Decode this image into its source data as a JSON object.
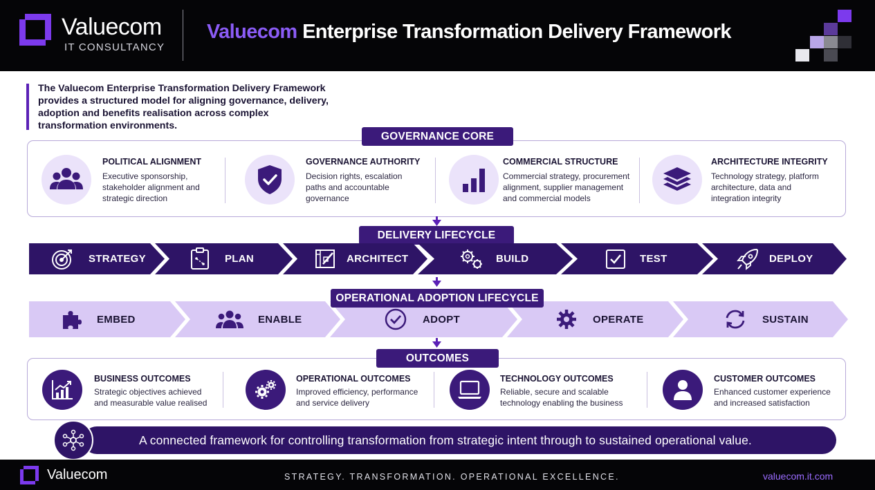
{
  "header": {
    "brand_name": "Valuecom",
    "brand_sub": "IT CONSULTANCY",
    "title_accent": "Valuecom",
    "title_rest": " Enterprise Transformation Delivery Framework"
  },
  "intro": "The Valuecom Enterprise Transformation Delivery Framework provides a structured model for aligning governance, delivery, adoption and benefits realisation across complex transformation environments.",
  "governance": {
    "label": "GOVERNANCE CORE",
    "items": [
      {
        "title": "POLITICAL ALIGNMENT",
        "desc": "Executive sponsorship, stakeholder alignment and strategic direction",
        "icon": "people-icon"
      },
      {
        "title": "GOVERNANCE AUTHORITY",
        "desc": "Decision rights, escalation paths and accountable governance",
        "icon": "shield-check-icon"
      },
      {
        "title": "COMMERCIAL STRUCTURE",
        "desc": "Commercial strategy, procurement alignment, supplier management and commercial models",
        "icon": "bar-chart-icon"
      },
      {
        "title": "ARCHITECTURE INTEGRITY",
        "desc": "Technology strategy, platform architecture, data and integration integrity",
        "icon": "layers-icon"
      }
    ]
  },
  "delivery": {
    "label": "DELIVERY LIFECYCLE",
    "steps": [
      {
        "label": "STRATEGY",
        "icon": "target-icon"
      },
      {
        "label": "PLAN",
        "icon": "clipboard-icon"
      },
      {
        "label": "ARCHITECT",
        "icon": "blueprint-icon"
      },
      {
        "label": "BUILD",
        "icon": "gears-icon"
      },
      {
        "label": "TEST",
        "icon": "checkbox-icon"
      },
      {
        "label": "DEPLOY",
        "icon": "rocket-icon"
      }
    ]
  },
  "adoption": {
    "label": "OPERATIONAL ADOPTION LIFECYCLE",
    "steps": [
      {
        "label": "EMBED",
        "icon": "puzzle-icon"
      },
      {
        "label": "ENABLE",
        "icon": "group-icon"
      },
      {
        "label": "ADOPT",
        "icon": "check-circle-icon"
      },
      {
        "label": "OPERATE",
        "icon": "gear-icon"
      },
      {
        "label": "SUSTAIN",
        "icon": "refresh-icon"
      }
    ]
  },
  "outcomes": {
    "label": "OUTCOMES",
    "items": [
      {
        "title": "BUSINESS OUTCOMES",
        "desc": "Strategic objectives achieved and measurable value realised",
        "icon": "growth-chart-icon"
      },
      {
        "title": "OPERATIONAL OUTCOMES",
        "desc": "Improved efficiency, performance and service delivery",
        "icon": "gears-icon"
      },
      {
        "title": "TECHNOLOGY OUTCOMES",
        "desc": "Reliable, secure and scalable technology enabling the business",
        "icon": "laptop-icon"
      },
      {
        "title": "CUSTOMER OUTCOMES",
        "desc": "Enhanced customer experience and increased satisfaction",
        "icon": "user-icon"
      }
    ]
  },
  "banner": "A connected framework for controlling transformation from strategic intent through to sustained operational value.",
  "footer": {
    "brand": "Valuecom",
    "tagline": "STRATEGY. TRANSFORMATION. OPERATIONAL EXCELLENCE.",
    "url": "valuecom.it.com"
  },
  "colors": {
    "dark_purple": "#3b1a7a",
    "accent_purple": "#8b5cf6",
    "lilac": "#d9c9f5",
    "black": "#050507"
  }
}
